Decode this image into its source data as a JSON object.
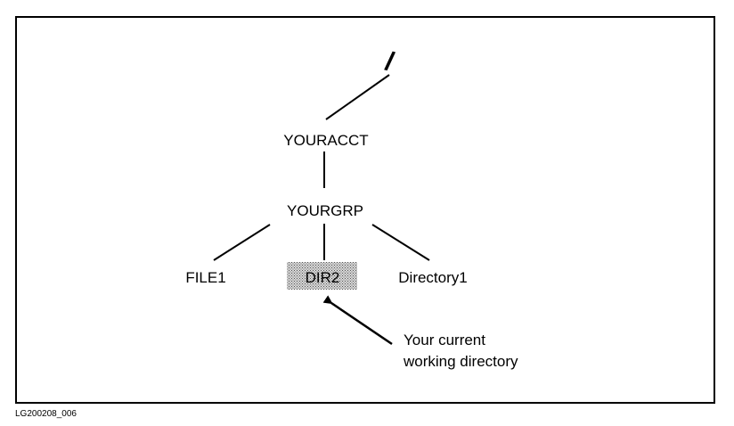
{
  "nodes": {
    "root": "/",
    "account": "YOURACCT",
    "group": "YOURGRP",
    "file1": "FILE1",
    "dir2": "DIR2",
    "directory1": "Directory1"
  },
  "annotation": {
    "line1": "Your current",
    "line2": "working directory"
  },
  "figure_id": "LG200208_006",
  "colors": {
    "ink": "#000000",
    "highlight": "#9a9a9a",
    "background": "#ffffff"
  }
}
